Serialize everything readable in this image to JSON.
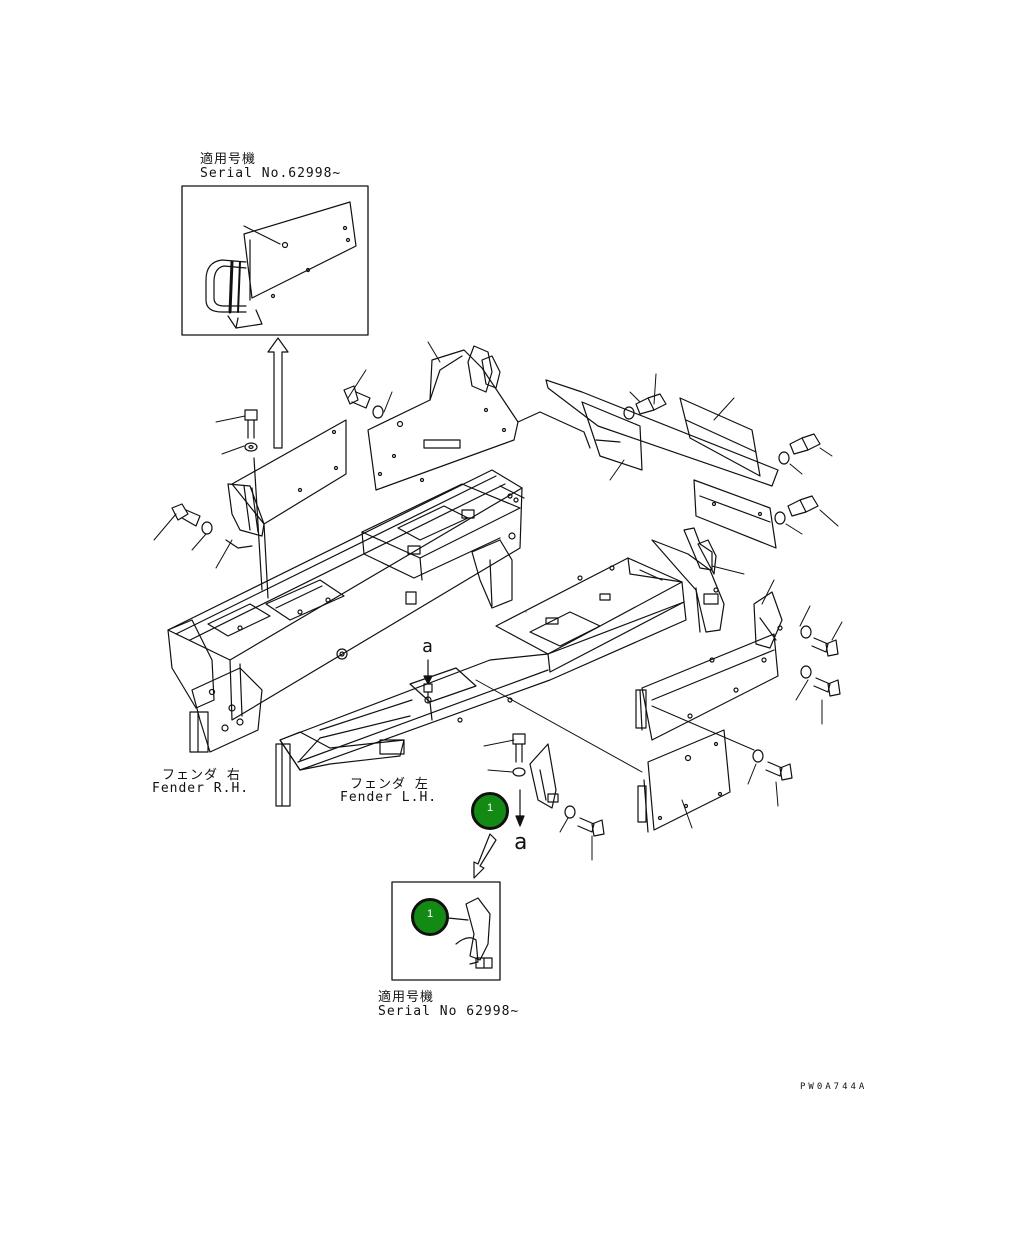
{
  "inset_top": {
    "label_jp": "適用号機",
    "label_serial": "Serial No.62998~"
  },
  "inset_bottom": {
    "label_jp": "適用号機",
    "label_serial": "Serial No 62998~"
  },
  "fender_rh": {
    "label_jp": "フェンダ 右",
    "label_en": "Fender R.H."
  },
  "fender_lh": {
    "label_jp": "フェンダ 左",
    "label_en": "Fender L.H."
  },
  "callouts": {
    "a_upper": "a",
    "a_lower": "a",
    "badge_main": "1",
    "badge_inset": "1"
  },
  "drawing_code": "PW0A744A",
  "colors": {
    "badge_fill": "#138a14",
    "line": "#111111"
  }
}
